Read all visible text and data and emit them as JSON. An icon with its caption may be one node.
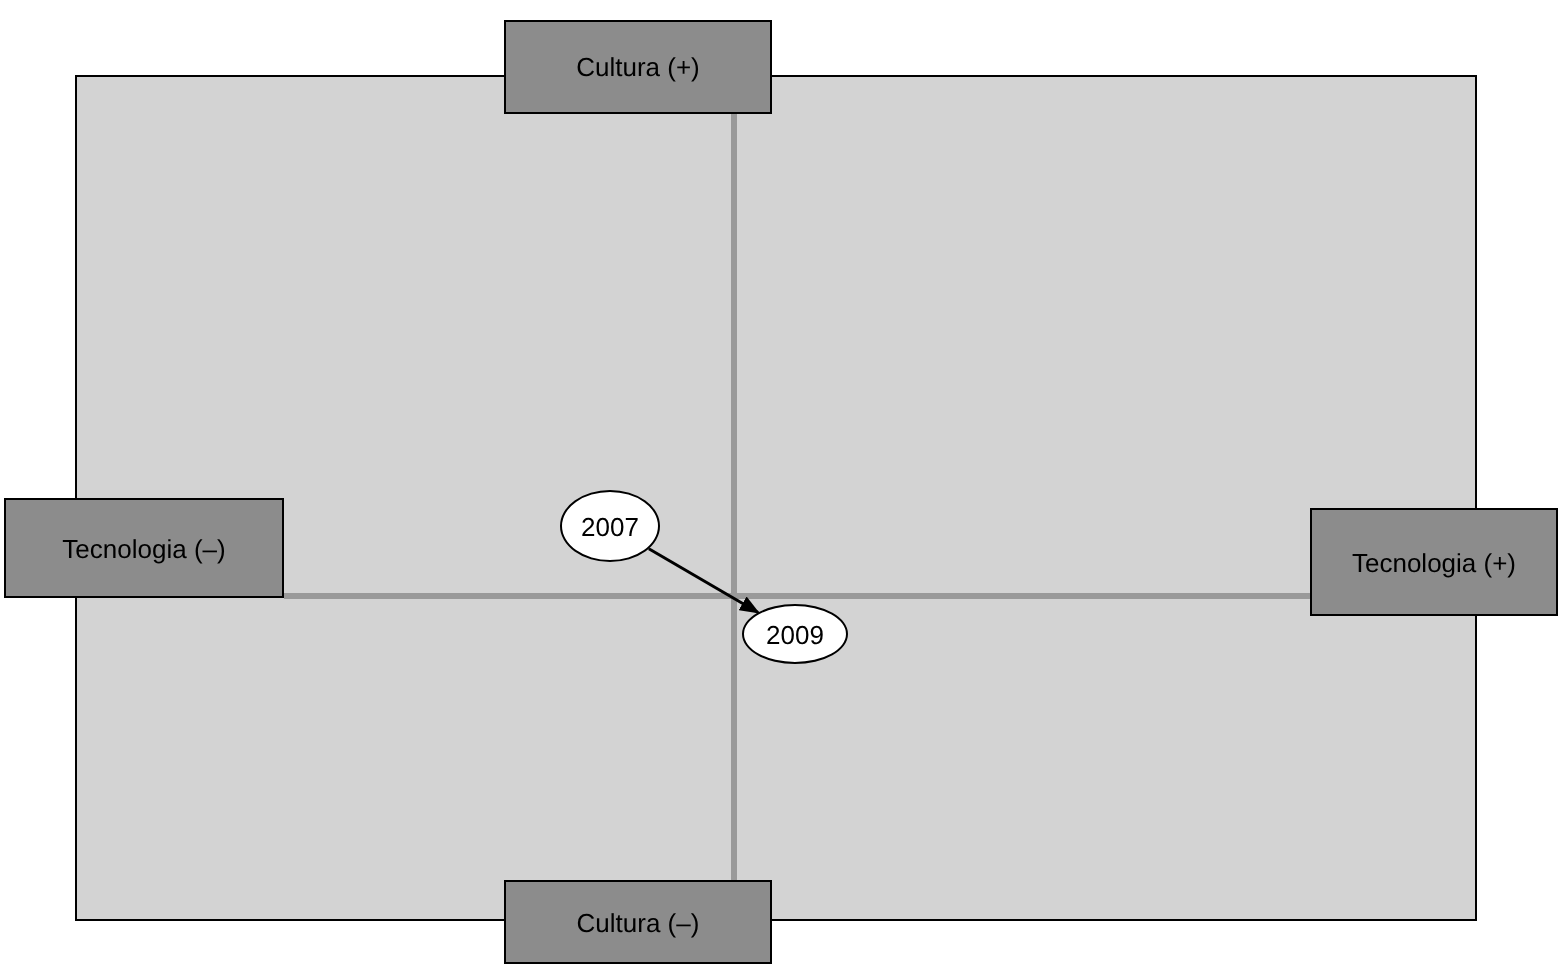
{
  "diagram": {
    "nodes": [
      {
        "text": [
          "Cultura (+)"
        ]
      },
      {
        "text": [
          "Tecnologia (–)"
        ]
      },
      {
        "text": [
          "2007"
        ]
      },
      {
        "text": [
          "2009"
        ]
      },
      {
        "text": [
          "Tecnologia (+)"
        ]
      },
      {
        "text": [
          "Cultura (–)"
        ]
      }
    ],
    "edges": [
      {
        "from": 0,
        "to": 5,
        "arrow": "none",
        "color": "#999999"
      },
      {
        "from": 1,
        "to": 4,
        "arrow": "none",
        "color": "#999999"
      },
      {
        "from": 2,
        "to": 3,
        "arrow": "to",
        "color": "#000000"
      }
    ]
  }
}
